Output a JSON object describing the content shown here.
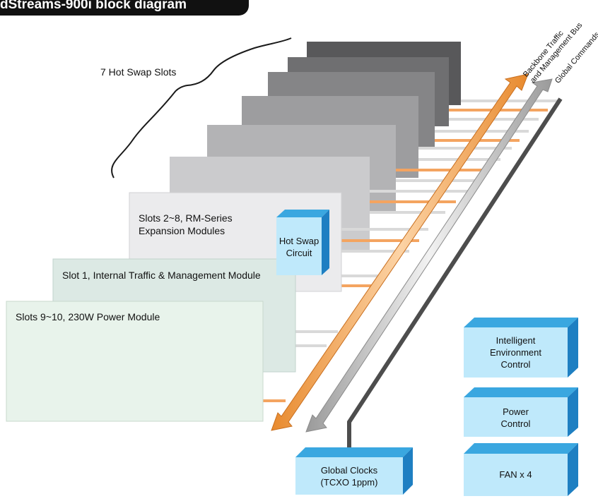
{
  "title": "dStreams-900i block diagram",
  "hot_swap_slots_label": "7 Hot Swap Slots",
  "modules": {
    "expansion": {
      "line1": "Slots 2~8, RM-Series",
      "line2": "Expansion Modules"
    },
    "traffic": "Slot 1, Internal Traffic & Management Module",
    "power": "Slots 9~10, 230W Power Module"
  },
  "hot_swap_circuit": {
    "line1": "Hot Swap",
    "line2": "Circuit"
  },
  "buses": {
    "backbone": {
      "line1": "Backbone Traffic",
      "line2": "and Management Bus"
    },
    "global_commands": "Global Commands"
  },
  "global_clocks": {
    "line1": "Global Clocks",
    "line2": "(TCXO 1ppm)"
  },
  "control_boxes": {
    "environment": {
      "line1": "Intelligent",
      "line2": "Environment",
      "line3": "Control"
    },
    "power": {
      "line1": "Power",
      "line2": "Control"
    },
    "fan": "FAN x 4"
  },
  "colors": {
    "title_bg": "#111111",
    "orange_bus": "#f4a460",
    "grey_bus": "#c8c8c8",
    "dark_bus": "#4d4d4d",
    "box_face": "#bfe9fb",
    "box_side": "#1e7fc2",
    "box_top": "#3aa7e0",
    "power_panel": "#e8f3eb",
    "traffic_panel": "#dce9e4"
  }
}
